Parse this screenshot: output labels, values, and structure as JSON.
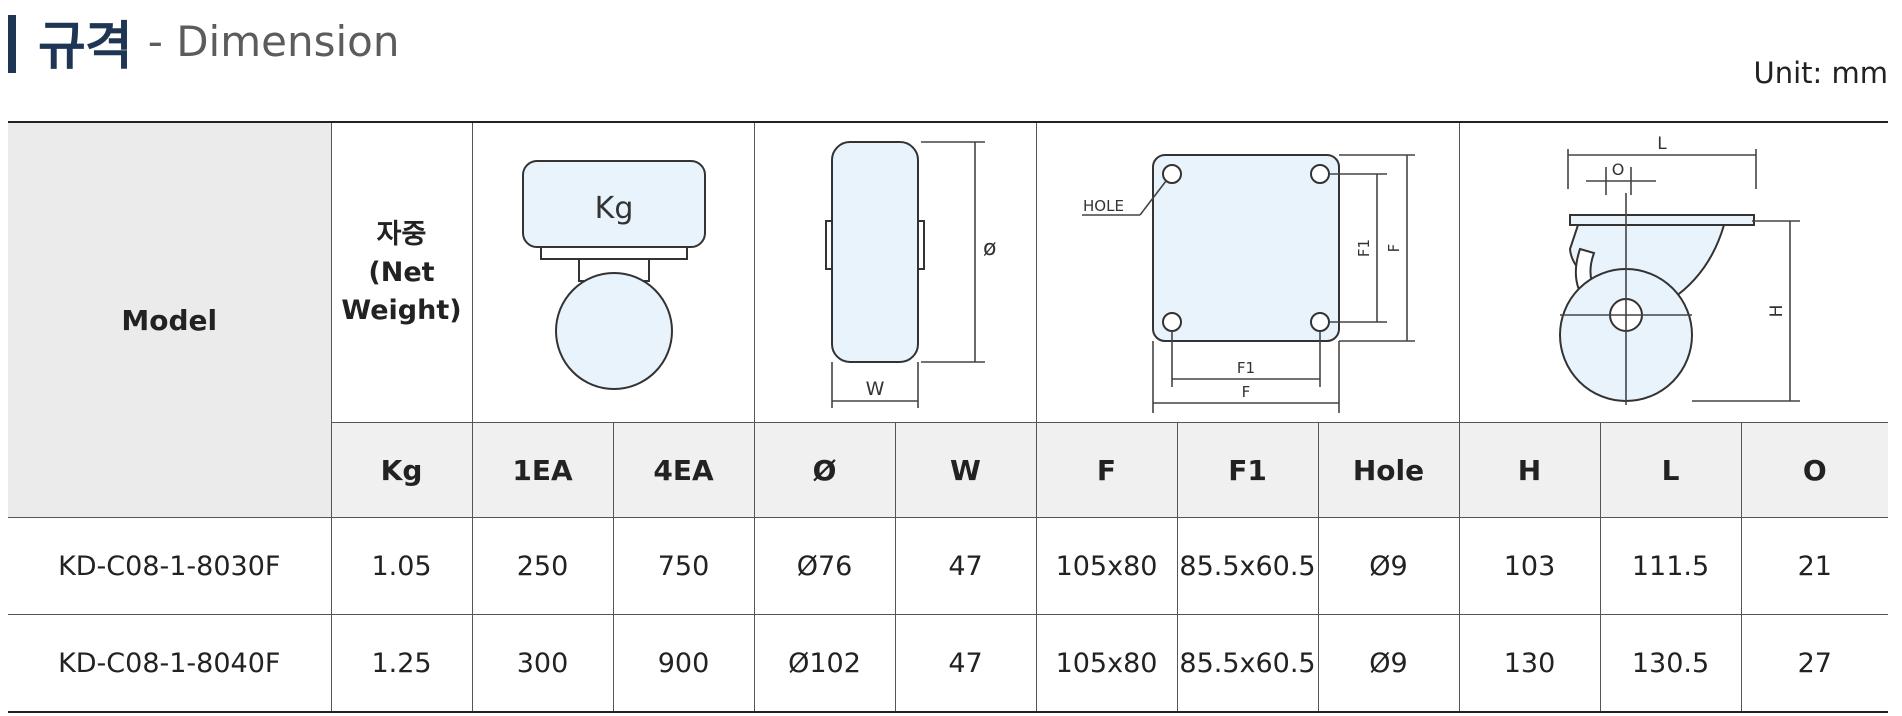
{
  "header": {
    "title_ko": "규격",
    "title_en": "- Dimension",
    "unit": "Unit: mm"
  },
  "table": {
    "model_label": "Model",
    "weight_label_line1": "자중",
    "weight_label_line2": "(Net",
    "weight_label_line3": "Weight)",
    "figures": {
      "load_label": "Kg",
      "wheel_dia_label": "ø",
      "wheel_width_label": "W",
      "plate_hole_label": "HOLE",
      "plate_f1_label": "F1",
      "plate_f_label": "F",
      "side_l_label": "L",
      "side_o_label": "O",
      "side_h_label": "H"
    },
    "columns": [
      "Kg",
      "1EA",
      "4EA",
      "Ø",
      "W",
      "F",
      "F1",
      "Hole",
      "H",
      "L",
      "O"
    ],
    "rows": [
      [
        "KD-C08-1-8030F",
        "1.05",
        "250",
        "750",
        "Ø76",
        "47",
        "105x80",
        "85.5x60.5",
        "Ø9",
        "103",
        "111.5",
        "21"
      ],
      [
        "KD-C08-1-8040F",
        "1.25",
        "300",
        "900",
        "Ø102",
        "47",
        "105x80",
        "85.5x60.5",
        "Ø9",
        "130",
        "130.5",
        "27"
      ]
    ]
  }
}
